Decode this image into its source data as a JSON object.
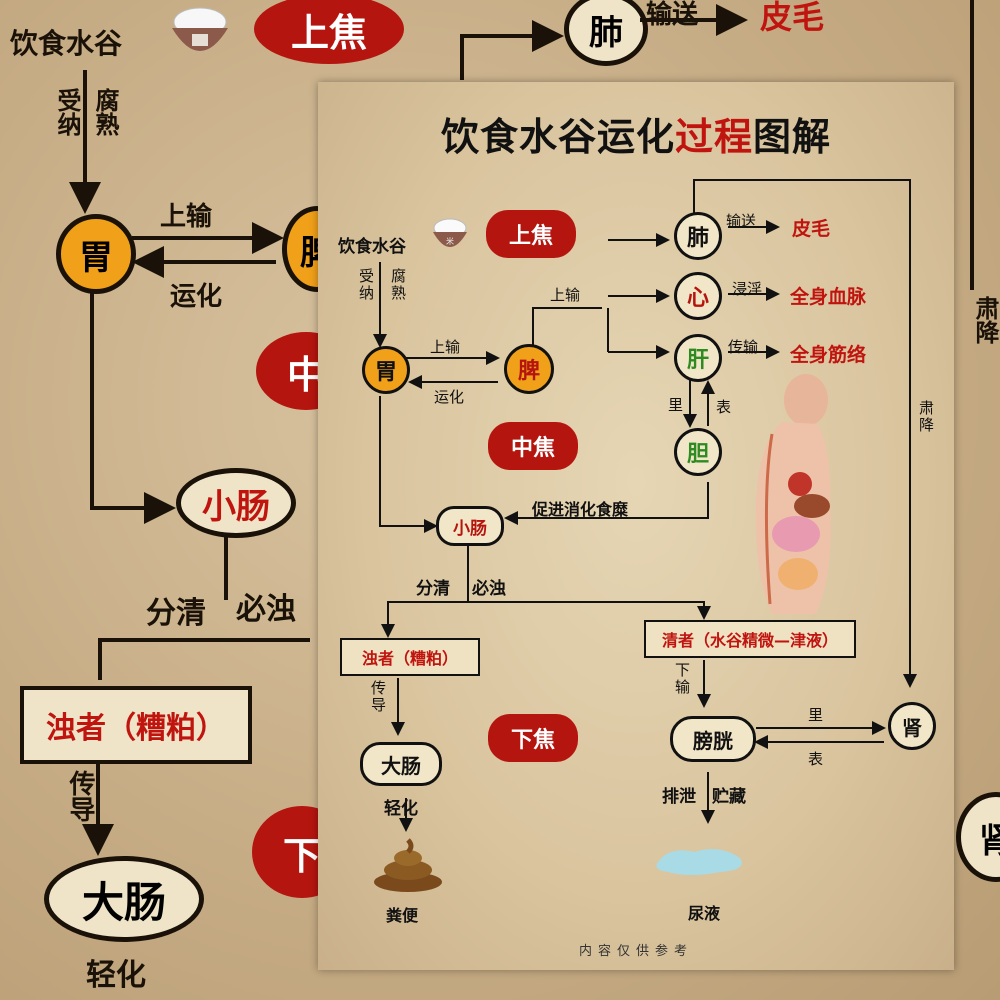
{
  "title": {
    "part1": "饮食水谷运化",
    "part2": "过程",
    "part3": "图解"
  },
  "zones": {
    "upper": "上焦",
    "middle": "中焦",
    "lower": "下焦"
  },
  "food": {
    "label": "饮食水谷",
    "bowl_text": "米"
  },
  "intake": {
    "left": "受纳",
    "right": "腐熟"
  },
  "organs": {
    "stomach": "胃",
    "spleen": "脾",
    "lung": "肺",
    "heart": "心",
    "liver": "肝",
    "gallbladder": "胆",
    "small_intestine": "小肠",
    "large_intestine": "大肠",
    "bladder": "膀胱",
    "kidney": "肾"
  },
  "edges": {
    "up_transport": "上输",
    "transform": "运化",
    "up_transport2": "上输",
    "deliver": "输送",
    "infuse": "浸淫",
    "convey": "传输",
    "li": "里",
    "biao": "表",
    "digest": "促进消化食糜",
    "separate": "分清",
    "must_turbid": "必浊",
    "transmit": "传导",
    "down_transport": "下输",
    "descend": "肃降",
    "li2": "里",
    "biao2": "表",
    "light_transform": "轻化",
    "excrete": "排泄",
    "store": "贮藏"
  },
  "targets": {
    "skin_hair": "皮毛",
    "vessels": "全身血脉",
    "sinews": "全身筋络"
  },
  "boxes": {
    "turbid": "浊者（糟粕）",
    "clear": "清者（水谷精微—津液）"
  },
  "outputs": {
    "feces": "粪便",
    "urine": "尿液"
  },
  "footer": "内容仅供参考",
  "background": {
    "food": "饮食水谷",
    "upper": "上焦",
    "lung": "肺",
    "deliver": "输送",
    "skin": "皮毛",
    "stomach": "胃",
    "up_transport": "上输",
    "transform": "运化",
    "intake1": "受纳",
    "intake2": "腐熟",
    "middle": "中",
    "small_intestine": "小肠",
    "separate": "分清",
    "turbid": "必浊",
    "turbid_box": "浊者（糟粕）",
    "transmit": "传导",
    "large_intestine": "大肠",
    "lower": "下",
    "light": "轻化",
    "descend": "肃降",
    "kidney": "肾",
    "spleen": "脾"
  },
  "colors": {
    "red": "#b5150f",
    "title_red": "#c0140f",
    "stomach_fill": "#f0a019"
  }
}
